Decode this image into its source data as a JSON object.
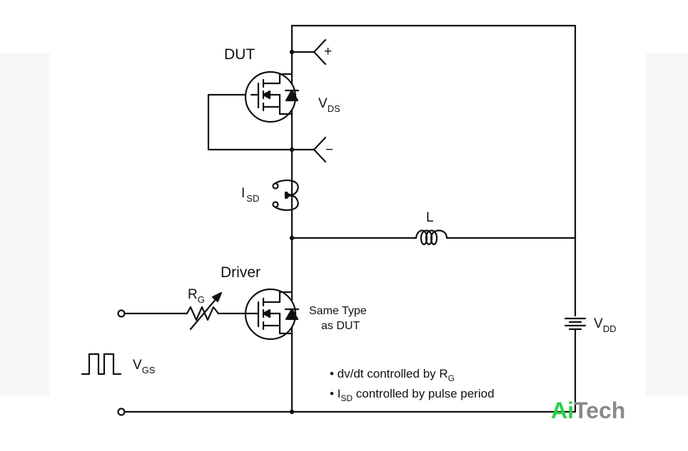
{
  "labels": {
    "dut": "DUT",
    "vds_main": "V",
    "vds_sub": "DS",
    "plus": "+",
    "minus": "−",
    "isd_main": "I",
    "isd_sub": "SD",
    "inductor": "L",
    "driver": "Driver",
    "rg_main": "R",
    "rg_sub": "G",
    "same_type_line1": "Same Type",
    "same_type_line2": "as DUT",
    "vdd_main": "V",
    "vdd_sub": "DD",
    "vgs_main": "V",
    "vgs_sub": "GS",
    "note1_prefix": "• dv/dt controlled by  R",
    "note1_sub": "G",
    "note2_prefix": "• I",
    "note2_sub": "SD",
    "note2_suffix": " controlled by pulse period"
  },
  "logo": {
    "part1": "Ai",
    "part2": "Tech"
  },
  "colors": {
    "line": "#111111",
    "logo_green": "#2bd14a",
    "logo_gray": "#8a8a8a",
    "bg_panel": "#f5f5f5"
  }
}
